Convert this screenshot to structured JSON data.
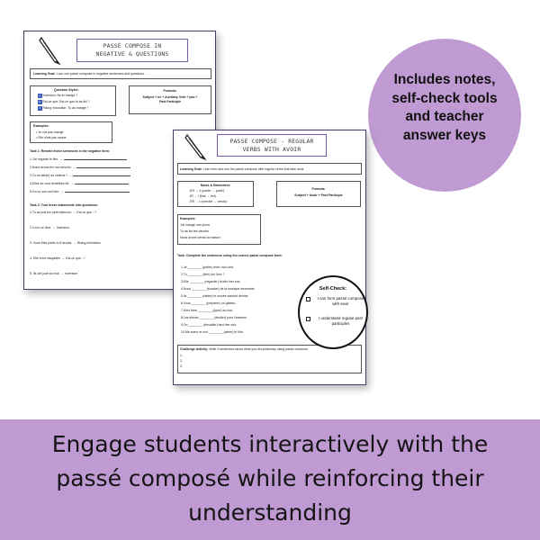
{
  "sheet1": {
    "title": "PASSÉ COMPOSE IN\nNEGATIVE & QUESTIONS",
    "learning_goal_label": "Learning Goal:",
    "learning_goal": "I can use passé composé in negative sentences and questions.",
    "question_styles_title": "Question Styles:",
    "question_styles": [
      {
        "n": "1",
        "text": "Inversion: As-tu mangé ?"
      },
      {
        "n": "2",
        "text": "Est-ce que: Est-ce que tu as fini ?"
      },
      {
        "n": "3",
        "text": "Rising intonation: Tu as mangé ?"
      }
    ],
    "formula_title": "Formula:",
    "formula": "Subject + ne + Auxiliary Verb + pas +\nPast Participle",
    "examples_title": "Examples:",
    "examples": [
      "Je n'ai pas mangé.",
      "Elle n'est pas venue."
    ],
    "task1_title": "Task 1: Rewrite these sentences in the negative form:",
    "task1": [
      "1.J'ai regardé le film. →",
      "2.Nous avons fini nos devoirs. →",
      "3.Tu es allé(e) au cinéma ? →",
      "4.Elles se sont réveillées tôt. →",
      "5.Il a vu son ami hier. →"
    ],
    "task2_title": "Task 2: Turn these statements into questions:",
    "task2": [
      "1.Tu as pris ton petit déjeuner. → Est-ce que...?",
      "2.Il a lu ce livre. → Inversion",
      "3. Vous êtes partis à 8 heures. → Rising intonation",
      "4. Elle s'est maquillée. → Est-ce que...?",
      "5. Ils ont joué au foot. → Inversion"
    ]
  },
  "sheet2": {
    "title": "PASSE COMPOSE - REGULAR\nVERBS WITH AVOIR",
    "learning_goal_label": "Learning Goal:",
    "learning_goal": "I can form and use the passé composé with regular verbs that take avoir.",
    "notes_title": "Notes & Reminders:",
    "notes": [
      "-ER → é (parler → parlé)",
      "-IR → i (finir → fini)",
      "-RE → u (vendre → vendu)"
    ],
    "formula_title": "Formula:",
    "formula": "Subject + Avoir + Past Participle",
    "examples_title": "Examples:",
    "examples": [
      "J'ai mangé une pizza",
      "Tu as fini tes devoirs",
      "Nous avons vendu la maison"
    ],
    "task_title": "Task: Complete the sentences using the correct passé composé form:",
    "task": [
      "1.Je ________ (parler) avec mon ami.",
      "2.Tu ________ (finir) ton livre ?",
      "3.Elle ________ (regarder) la télé hier soir.",
      "4.Nous ________ (écouter) de la musique ensemble.",
      "5.Ils ________ (visiter) le musée samedi dernier.",
      "6.Vous ________ (préparer) un gâteau.",
      "7.Mon frère ________ (jouer) au foot.",
      "8.Les élèves ________ (étudier) pour l'examen.",
      "9.On ________ (travailler) tard hier soir.",
      "10.Ma soeur et moi ________ (aimer) le film."
    ],
    "challenge_label": "Challenge Activity:",
    "challenge": "Write 3 sentences about what you did yesterday using passé composé.",
    "challenge_lines": [
      "1.",
      "2.",
      "3."
    ]
  },
  "self_check": {
    "title": "Self-Check:",
    "items": [
      "I can form passé composé with avoir",
      "I understand regular past participles"
    ]
  },
  "promo": {
    "text": "Includes notes,\nself-check tools\nand teacher\nanswer keys"
  },
  "banner": {
    "text": "Engage students interactively with the\npassé composé while reinforcing their\nunderstanding"
  },
  "colors": {
    "accent_purple": "#c09ad3",
    "title_border": "#7a5aa8"
  },
  "icons": [
    "pencil-icon",
    "checkbox-icon"
  ]
}
